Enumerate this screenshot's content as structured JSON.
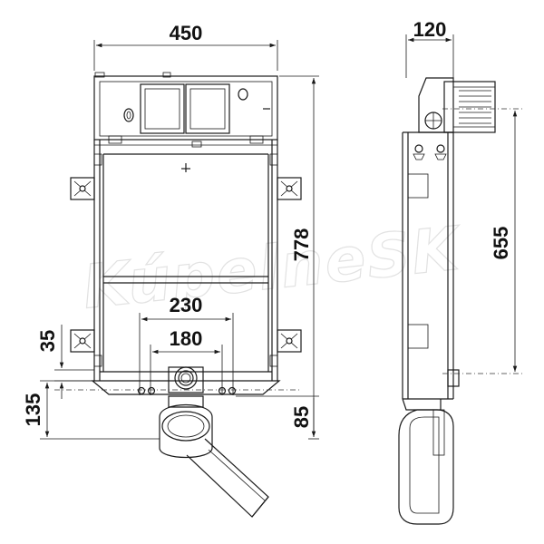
{
  "dimensions": {
    "width_total": "450",
    "depth": "120",
    "height_total": "778",
    "flush_height": "655",
    "drain_spacing_outer": "230",
    "drain_spacing_inner": "180",
    "foot_offset": "35",
    "drain_height": "135",
    "floor_offset": "85"
  },
  "watermark": "KúpelneSK",
  "colors": {
    "line": "#1a1a1a",
    "text": "#111111",
    "watermark": "#e2e2e2"
  }
}
